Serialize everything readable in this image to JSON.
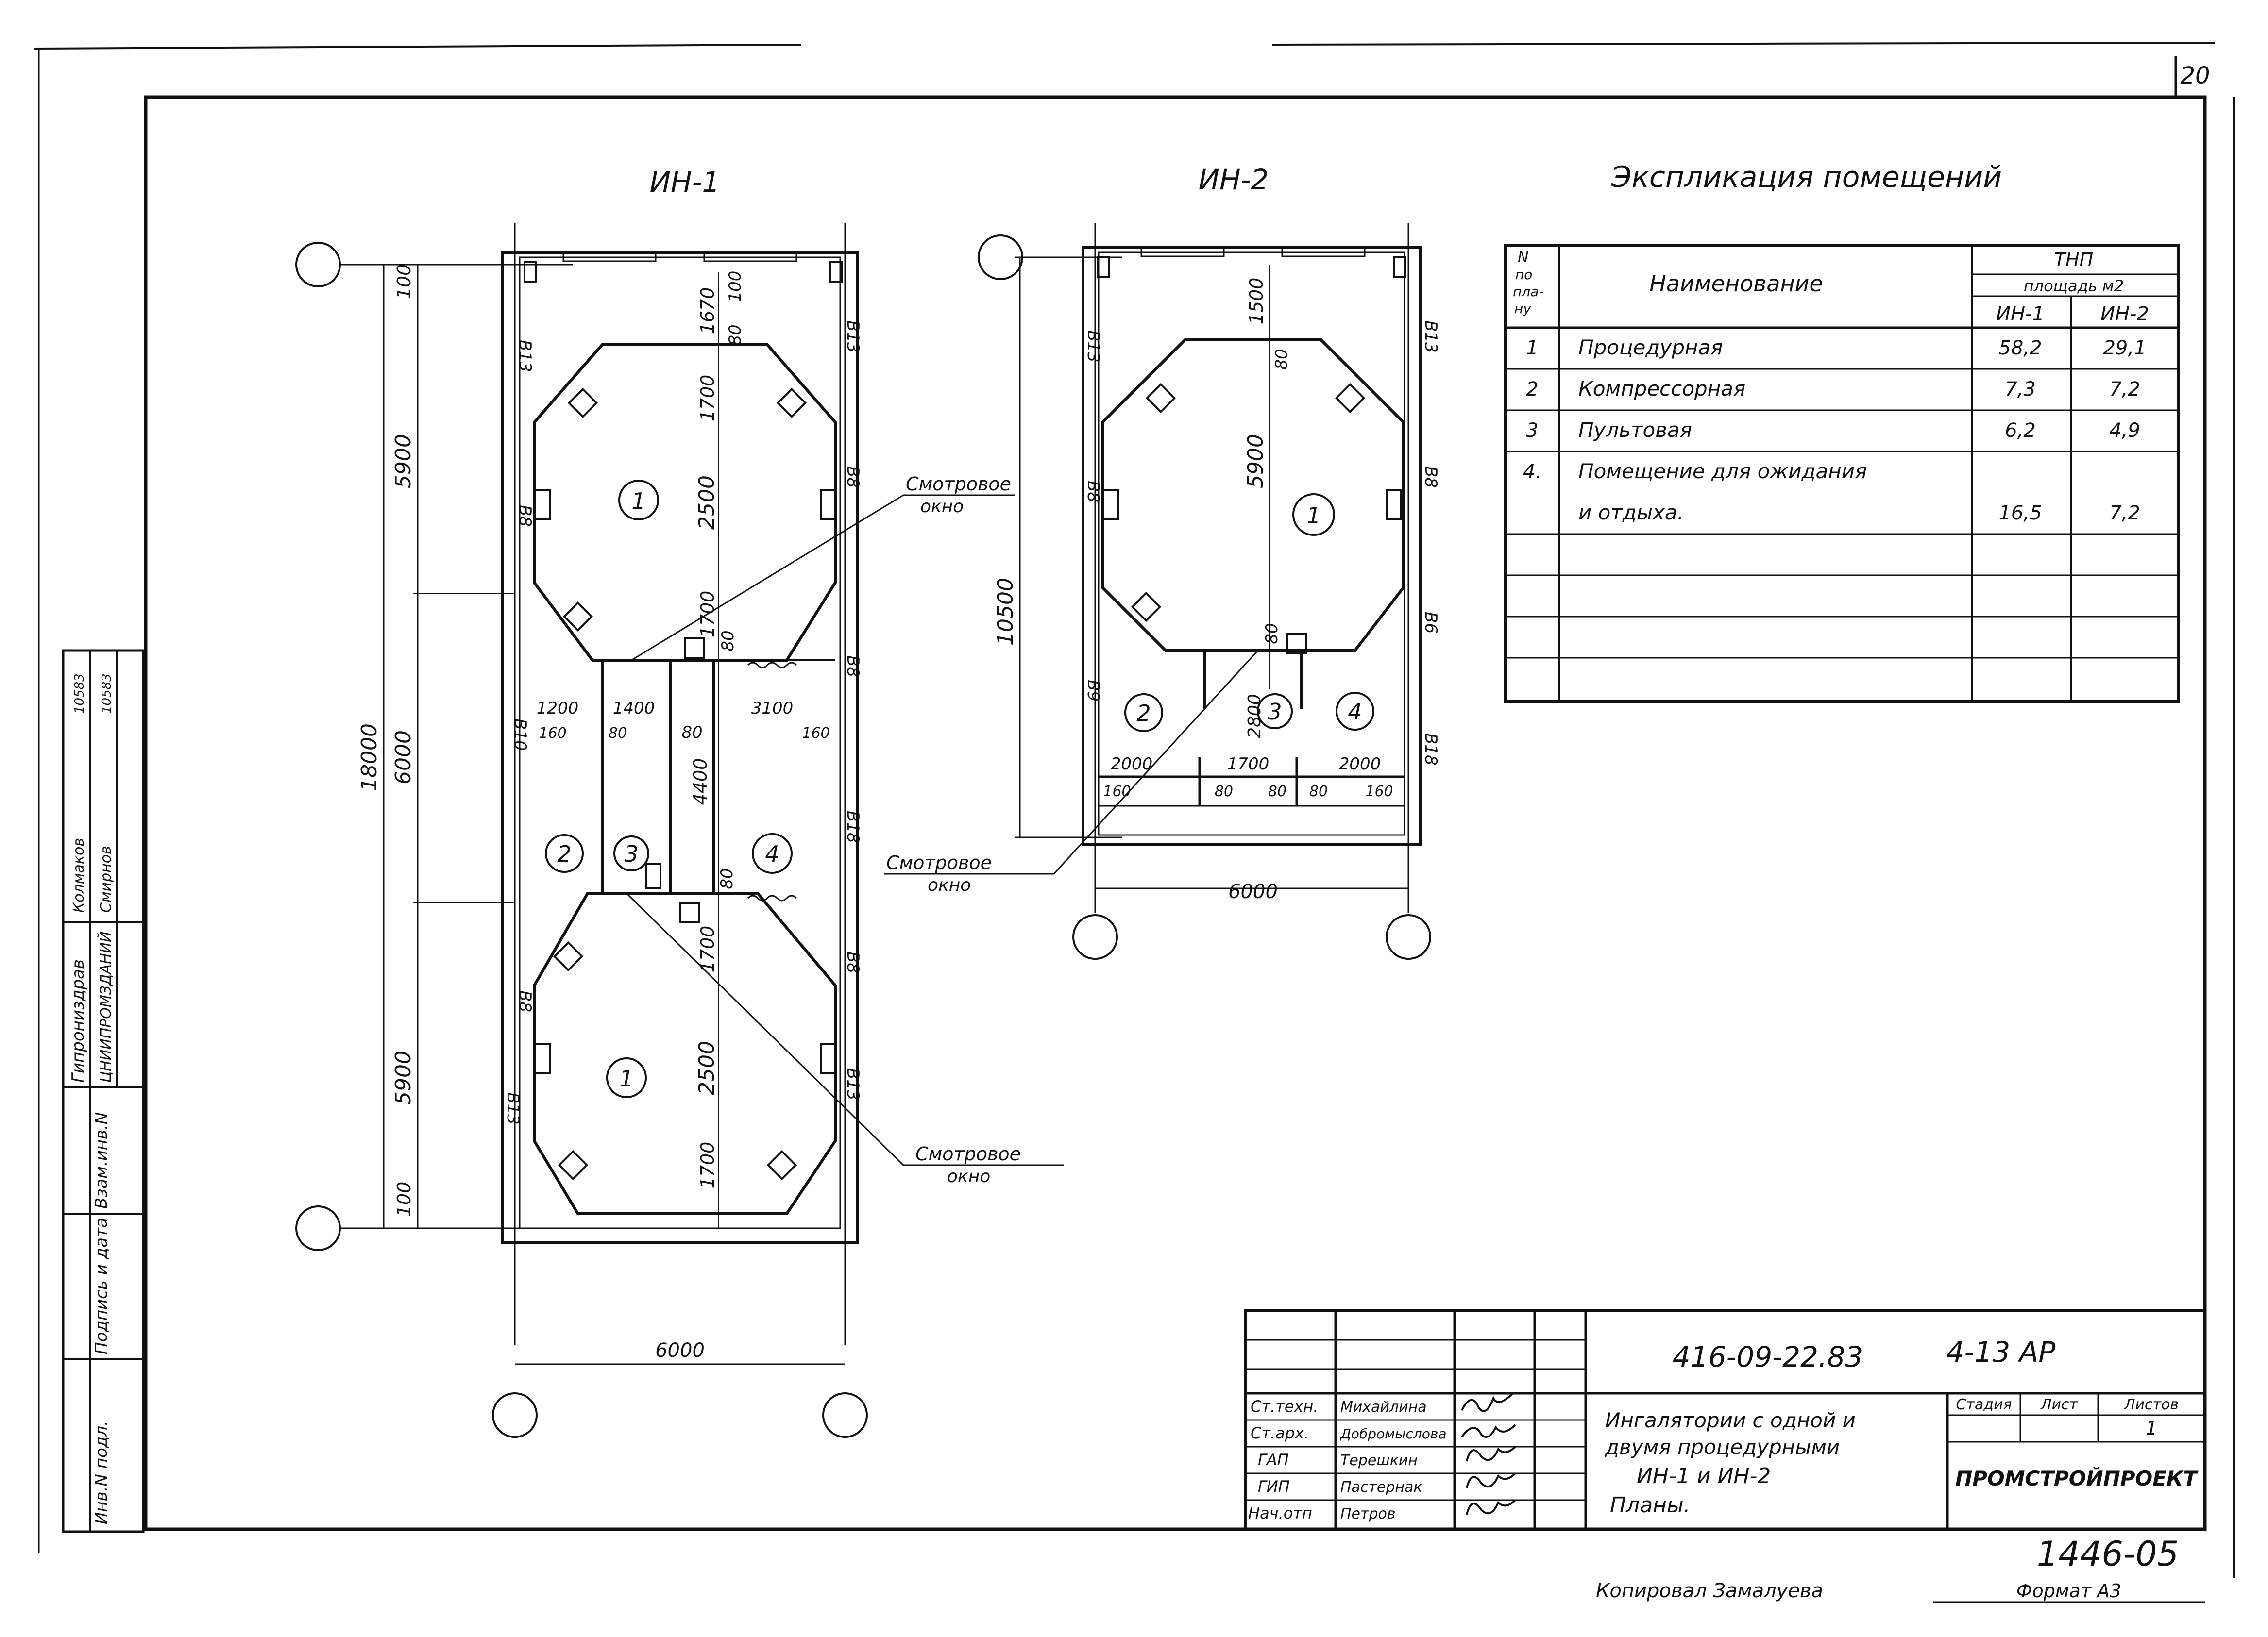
{
  "sheet_number": "20",
  "plan_titles": {
    "in1": "ИН-1",
    "in2": "ИН-2"
  },
  "in1": {
    "overall_dim": "18000",
    "left_dims": [
      "100",
      "5900",
      "6000",
      "5900",
      "100"
    ],
    "width_dim": "6000",
    "top_dims": [
      "1670",
      "100",
      "80",
      "1700",
      "2500",
      "1700",
      "80"
    ],
    "bottom_dims": [
      "1700",
      "2500",
      "1700"
    ],
    "mid_dims": [
      "1200",
      "1400",
      "80",
      "3100",
      "160",
      "80",
      "160",
      "4400",
      "80"
    ],
    "wall_marks": [
      "В13",
      "В13",
      "В8",
      "В8",
      "В10",
      "В8",
      "В18",
      "В8",
      "В8",
      "В13",
      "В13"
    ],
    "rooms": [
      "1",
      "2",
      "3",
      "4",
      "1"
    ]
  },
  "in2": {
    "overall_dim": "10500",
    "width_dim": "6000",
    "top_dims": [
      "1500",
      "5900",
      "80",
      "80"
    ],
    "mid_dims": [
      "2800",
      "2000",
      "1700",
      "2000",
      "160",
      "80",
      "80",
      "80",
      "160"
    ],
    "wall_marks": [
      "В13",
      "В13",
      "В8",
      "В8",
      "В6",
      "В9",
      "В18"
    ],
    "rooms": [
      "1",
      "2",
      "3",
      "4"
    ]
  },
  "callouts": [
    {
      "line1": "Смотровое",
      "line2": "окно"
    },
    {
      "line1": "Смотровое",
      "line2": "окно"
    },
    {
      "line1": "Смотровое",
      "line2": "окно"
    }
  ],
  "explication": {
    "title": "Экспликация помещений",
    "head_no": [
      "N",
      "по",
      "пла-",
      "ну"
    ],
    "head_name": "Наименование",
    "head_type": "ТНП",
    "head_area": "площадь м2",
    "head_in1": "ИН-1",
    "head_in2": "ИН-2",
    "rows": [
      {
        "no": "1",
        "name": "Процедурная",
        "in1": "58,2",
        "in2": "29,1"
      },
      {
        "no": "2",
        "name": "Компрессорная",
        "in1": "7,3",
        "in2": "7,2"
      },
      {
        "no": "3",
        "name": "Пультовая",
        "in1": "6,2",
        "in2": "4,9"
      },
      {
        "no": "4.",
        "name": "Помещение для ожидания",
        "in1": "",
        "in2": ""
      },
      {
        "no": "",
        "name": "и отдыха.",
        "in1": "16,5",
        "in2": "7,2"
      }
    ]
  },
  "side_stamp": {
    "org1": "Гипрониздрав",
    "org2": "ЦНИИПРОМЗДАНИЙ",
    "names": [
      "Колмаков",
      "Смирнов"
    ],
    "codes": [
      "10583",
      "10583"
    ],
    "labels": [
      "Взам.инв.N",
      "Подпись и дата",
      "Инв.N подл."
    ]
  },
  "title_block": {
    "doc_code": "416-09-22.83",
    "sheet_code": "4-13 АР",
    "roles": [
      "Ст.техн.",
      "Ст.арх.",
      "ГАП",
      "ГИП",
      "Нач.отп"
    ],
    "names": [
      "Михайлина",
      "Добромыслова",
      "Терешкин",
      "Пастернак",
      "Петров"
    ],
    "title_lines": [
      "Ингалятории с одной и",
      "двумя процедурными",
      "ИН-1 и ИН-2",
      "Планы."
    ],
    "stage_label": "Стадия",
    "sheet_label": "Лист",
    "sheets_label": "Листов",
    "sheets_value": "1",
    "company": "ПРОМСТРОЙПРОЕКТ"
  },
  "inventory_number": "1446-05",
  "copied_by": "Копировал Замалуева",
  "format": "Формат А3"
}
